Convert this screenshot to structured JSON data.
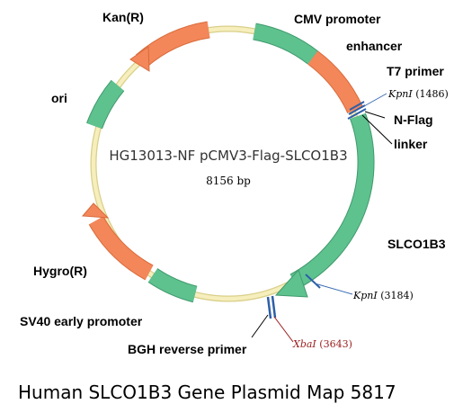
{
  "plasmid": {
    "title": "HG13013-NF pCMV3-Flag-SLCO1B3",
    "size": "8156 bp"
  },
  "caption": "Human SLCO1B3 Gene Plasmid Map 5817",
  "features": {
    "kan": "Kan(R)",
    "cmv": "CMV promoter",
    "enhancer": "enhancer",
    "t7": "T7 primer",
    "nflag": "N-Flag",
    "linker": "linker",
    "slco1b3": "SLCO1B3",
    "bgh": "BGH reverse primer",
    "sv40": "SV40 early promoter",
    "hygro": "Hygro(R)",
    "ori": "ori"
  },
  "sites": {
    "kpn1_name": "KpnI",
    "kpn1_pos": "(1486)",
    "kpn2_name": "KpnI",
    "kpn2_pos": "(3184)",
    "xba_name": "XbaI",
    "xba_pos": "(3643)"
  },
  "colors": {
    "backbone": "#f6eebc",
    "backbone_edge": "#d9cf8a",
    "green": "#5ec28f",
    "green_edge": "#3f9a6c",
    "orange": "#f3875a",
    "orange_edge": "#d96a3a",
    "marker": "#2d5ea8",
    "leader_blue": "#3b6db5",
    "leader_red": "#9b1c1c"
  }
}
